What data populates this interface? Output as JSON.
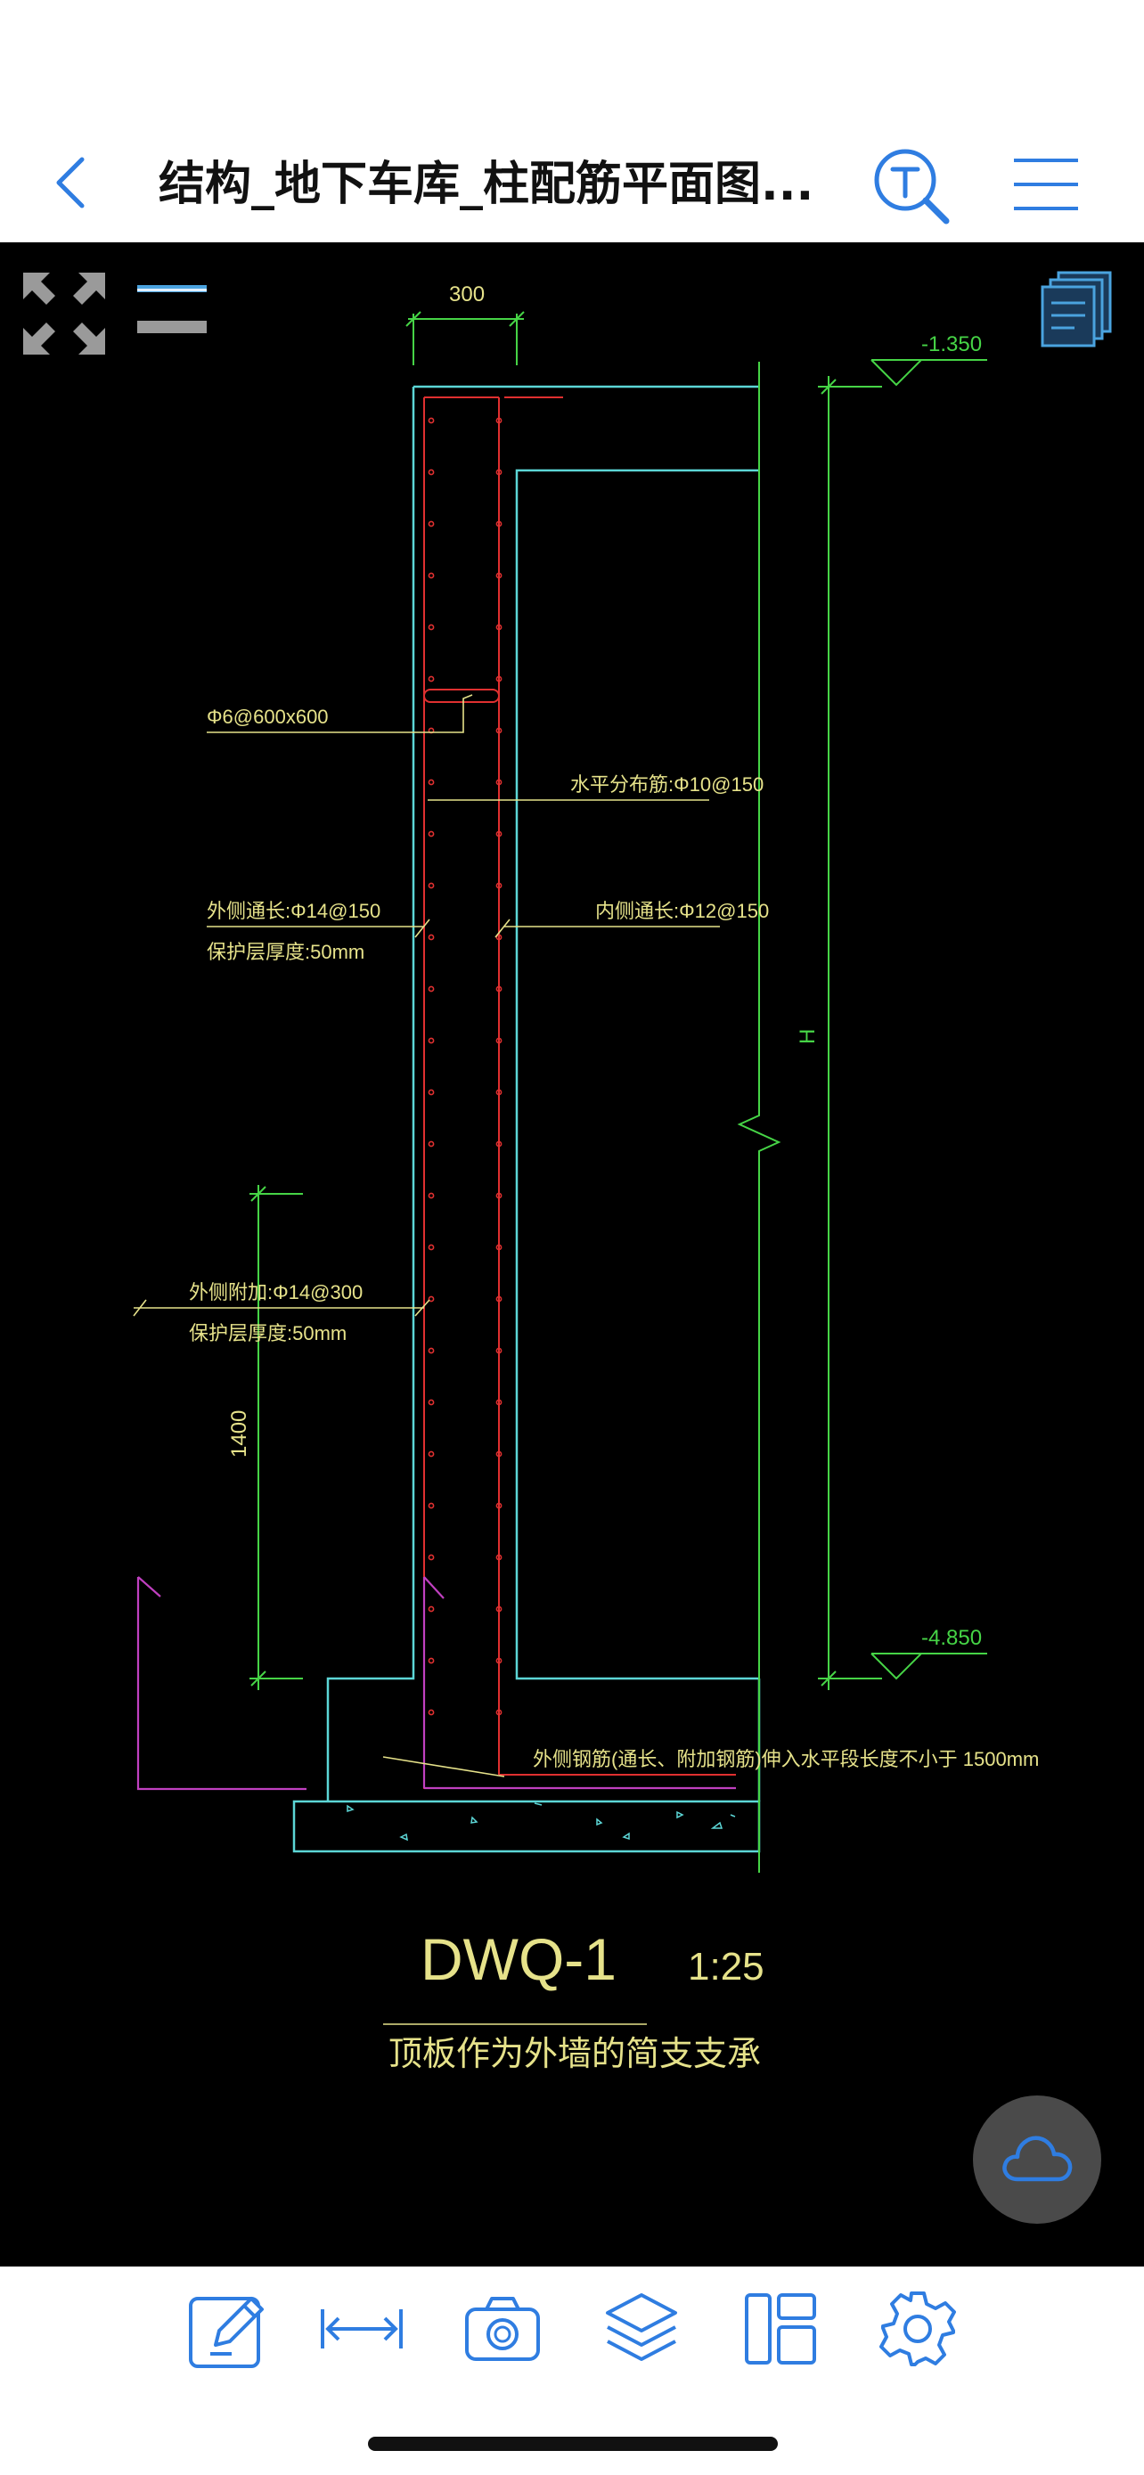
{
  "header": {
    "title": "结构_地下车库_柱配筋平面图...",
    "back_icon": "back-icon",
    "search_icon": "text-search-icon",
    "menu_icon": "hamburger-menu-icon"
  },
  "colors": {
    "accent": "#2F7DE1",
    "canvas_bg": "#000000",
    "cad_yellow": "#E6E28A",
    "cad_cyan": "#5CD6D6",
    "cad_green": "#46D446",
    "cad_red": "#E03030",
    "cad_magenta": "#C040C0"
  },
  "drawing": {
    "dimension_top": "300",
    "elevation_top": "-1.350",
    "elevation_bottom": "-4.850",
    "height_label": "H",
    "dimension_side": "1400",
    "label_tie": "Φ6@600x600",
    "label_horizontal": "水平分布筋:Φ10@150",
    "label_outer": "外侧通长:Φ14@150",
    "label_outer_cover": "保护层厚度:50mm",
    "label_inner": "内侧通长:Φ12@150",
    "label_outer_add": "外侧附加:Φ14@300",
    "label_outer_add_cover": "保护层厚度:50mm",
    "label_bottom_note": "外侧钢筋(通长、附加钢筋)伸入水平段长度不小于 1500mm",
    "section_name": "DWQ-1",
    "scale": "1:25",
    "section_caption": "顶板作为外墙的简支支承"
  },
  "canvas_tools": {
    "fullscreen_icon": "fullscreen-icon",
    "lineweight_icon": "line-weight-icon",
    "layout_icon": "layout-pages-icon",
    "cloud_icon": "cloud-icon"
  },
  "toolbar": {
    "items": [
      {
        "icon": "annotate-edit-icon"
      },
      {
        "icon": "measure-icon"
      },
      {
        "icon": "camera-icon"
      },
      {
        "icon": "layers-icon"
      },
      {
        "icon": "layout-icon"
      },
      {
        "icon": "settings-gear-icon"
      }
    ]
  }
}
